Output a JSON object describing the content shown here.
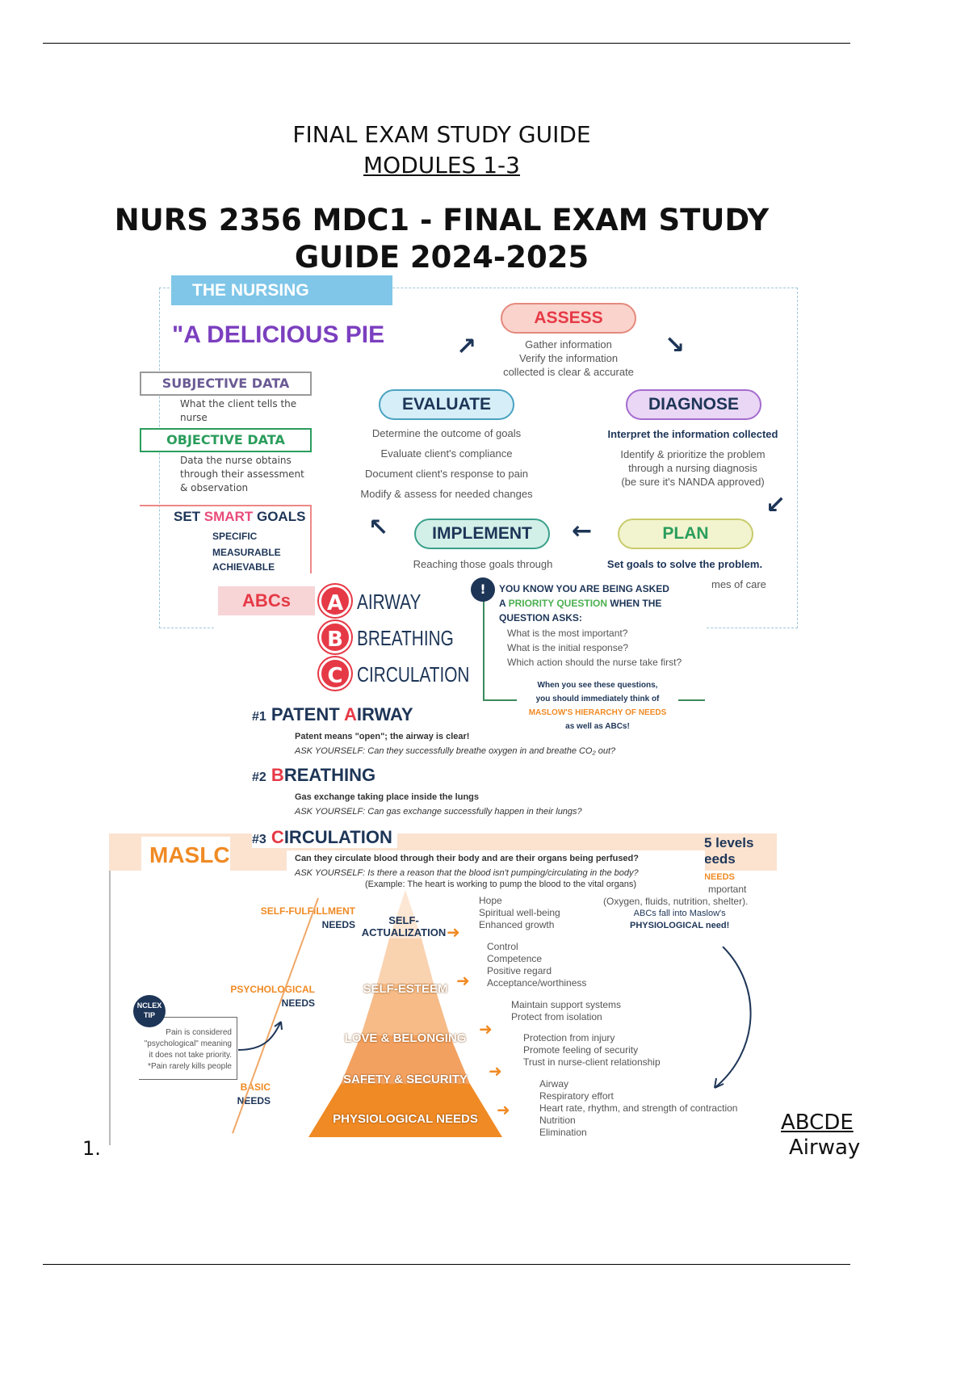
{
  "document": {
    "title_line1": "NURS 2356 MDC1 - FINAL EXAM STUDY",
    "title_line2": "GUIDE 2024-2025",
    "overlay_title": "FINAL EXAM STUDY GUIDE",
    "overlay_subtitle": "MODULES 1-3",
    "list_number": "1.",
    "side_heading": "ABCDE",
    "side_item": "Airway"
  },
  "nursing_process": {
    "banner": "THE NURSING PROCESS",
    "mnemonic": "\"A DELICIOUS PIE",
    "subjective_title": "SUBJECTIVE DATA",
    "subjective_text": "What the client tells the nurse",
    "objective_title": "OBJECTIVE DATA",
    "objective_text": "Data the nurse obtains through their assessment & observation",
    "smart_title_pre": "SET ",
    "smart_title_mid": "SMART",
    "smart_title_post": " GOALS",
    "smart": [
      "SPECIFIC",
      "MEASURABLE",
      "ACHIEVABLE"
    ],
    "assess": "ASSESS",
    "assess_text": [
      "Gather information",
      "Verify the information",
      "collected is clear & accurate"
    ],
    "evaluate": "EVALUATE",
    "evaluate_text": [
      "Determine the outcome of goals",
      "Evaluate client's compliance",
      "Document client's response to pain",
      "Modify & assess for needed changes"
    ],
    "diagnose": "DIAGNOSE",
    "diagnose_bold": "Interpret the information collected",
    "diagnose_text": [
      "Identify & prioritize the problem",
      "through a nursing diagnosis",
      "(be sure it's NANDA approved)"
    ],
    "implement": "IMPLEMENT",
    "implement_text": "Reaching those goals through",
    "plan": "PLAN",
    "plan_text": "Set goals to solve the problem.",
    "plan_text2": "mes of care"
  },
  "abcs": {
    "label": "ABCs",
    "items": [
      {
        "letter": "A",
        "word": "AIRWAY"
      },
      {
        "letter": "B",
        "word": "BREATHING"
      },
      {
        "letter": "C",
        "word": "CIRCULATION"
      }
    ],
    "priority_badge": "!",
    "priority_line1": "YOU KNOW YOU ARE BEING ASKED",
    "priority_line2_pre": "A ",
    "priority_line2_mid": "PRIORITY QUESTION",
    "priority_line2_post": " WHEN THE",
    "priority_line3": "QUESTION ASKS:",
    "questions": [
      "What is the most important?",
      "What is the initial response?",
      "Which action should the nurse take first?"
    ],
    "think1": "When you see these questions,",
    "think2": "you should immediately think of",
    "think3": "MASLOW'S HIERARCHY OF NEEDS",
    "think4": "as well as ABCs!",
    "sections": [
      {
        "num": "#1",
        "letter": "A",
        "rest": "PATENT ",
        "word": "IRWAY",
        "bullets": [
          "Patent means \"open\"; the airway is clear!",
          "ASK YOURSELF: Can they successfully breathe oxygen in and breathe CO₂ out?"
        ]
      },
      {
        "num": "#2",
        "letter": "B",
        "rest": "",
        "word": "REATHING",
        "bullets": [
          "Gas exchange taking place inside the lungs",
          "ASK YOURSELF: Can gas exchange successfully happen in their lungs?"
        ]
      },
      {
        "num": "#3",
        "letter": "C",
        "rest": "",
        "word": "IRCULATION",
        "bullets": [
          "Can they circulate blood through their body and are their organs being perfused?",
          "ASK YOURSELF: Is there a reason that the blood isn't pumping/circulating in the body?",
          "(Example: The heart is working to pump the blood to the vital organs)"
        ]
      }
    ]
  },
  "maslow": {
    "title": "MASLC",
    "levels_text": [
      "5 levels",
      "eeds"
    ],
    "needs_label": "NEEDS",
    "important": "mportant",
    "physio_note": "(Oxygen, fluids, nutrition, shelter).",
    "abc_note1": "ABCs fall into Maslow's",
    "abc_note2": "PHYSIOLOGICAL need!",
    "groups": [
      {
        "name": "SELF-FULFILLMENT",
        "sub": "NEEDS"
      },
      {
        "name": "PSYCHOLOGICAL",
        "sub": "NEEDS"
      },
      {
        "name": "BASIC",
        "sub": "NEEDS"
      }
    ],
    "tiers": [
      "SELF-ACTUALIZATION",
      "SELF-ESTEEM",
      "LOVE & BELONGING",
      "SAFETY & SECURITY",
      "PHYSIOLOGICAL NEEDS"
    ],
    "lists": [
      [
        "Hope",
        "Spiritual well-being",
        "Enhanced growth"
      ],
      [
        "Control",
        "Competence",
        "Positive regard",
        "Acceptance/worthiness"
      ],
      [
        "Maintain support systems",
        "Protect from isolation"
      ],
      [
        "Protection from injury",
        "Promote feeling of security",
        "Trust in nurse-client relationship"
      ],
      [
        "Airway",
        "Respiratory effort",
        "Heart rate, rhythm, and strength of contraction",
        "Nutrition",
        "Elimination"
      ]
    ],
    "tip_badge": "NCLEX TIP",
    "tip_text": [
      "Pain is considered",
      "\"psychological\" meaning",
      "it does not take priority.",
      "*Pain rarely kills people"
    ]
  }
}
